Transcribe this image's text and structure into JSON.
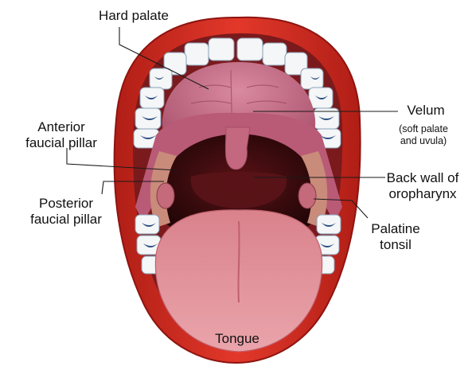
{
  "labels": {
    "hard_palate": "Hard palate",
    "velum": "Velum",
    "velum_note_1": "(soft palate",
    "velum_note_2": "and uvula)",
    "anterior_1": "Anterior",
    "anterior_2": "faucial pillar",
    "back_wall_1": "Back wall of",
    "back_wall_2": "oropharynx",
    "posterior_1": "Posterior",
    "posterior_2": "faucial pillar",
    "palatine_1": "Palatine",
    "palatine_2": "tonsil",
    "tongue": "Tongue"
  },
  "colors": {
    "lips": "#d42a1e",
    "lip_shadow": "#8e1410",
    "mouth_interior": "#7a1a1c",
    "palate": "#c8718a",
    "throat": "#3a0a0c",
    "tongue": "#e6959c",
    "teeth": "#f4f6f7",
    "gums": "#2c4e82",
    "tonsil": "#c46a7a",
    "leader_line": "#1a1a1a"
  }
}
